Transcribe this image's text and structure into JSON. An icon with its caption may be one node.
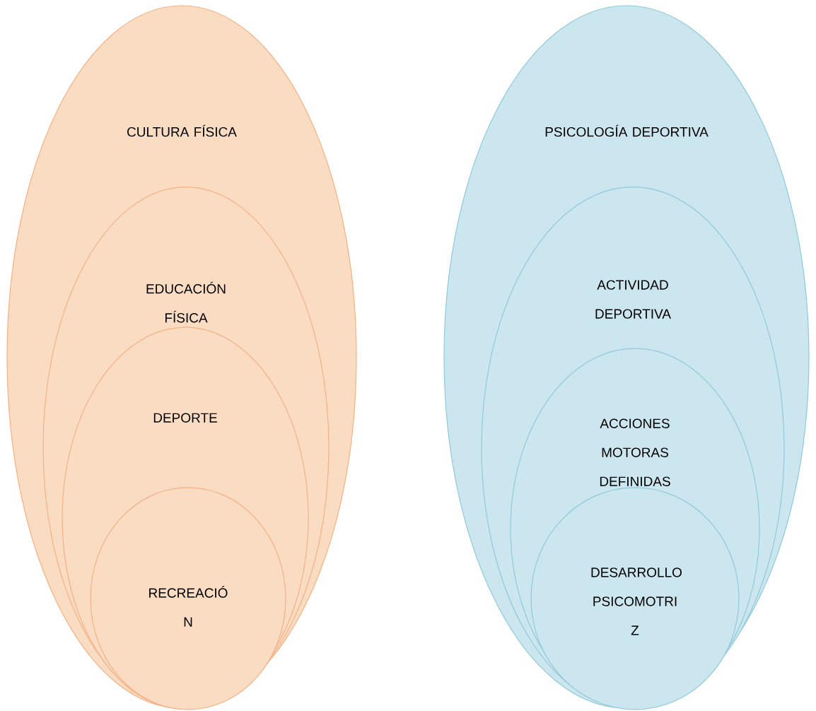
{
  "diagram": {
    "nodes": [
      {
        "text": [
          "CULTURA FÍSICA"
        ]
      },
      {
        "text": [
          "EDUCACIÓN FÍSICA"
        ],
        "in": 0
      },
      {
        "text": [
          "DEPORTE"
        ],
        "in": 1
      },
      {
        "text": [
          "RECREACIÓ N"
        ],
        "in": 2
      },
      {
        "text": [
          "PSICOLOGÍA DEPORTIVA"
        ]
      },
      {
        "text": [
          "ACTIVIDAD DEPORTIVA"
        ],
        "in": 4
      },
      {
        "text": [
          "ACCIONES MOTORAS DEFINIDAS"
        ],
        "in": 5
      },
      {
        "text": [
          "DESARROLLO PSICOMOTRI Z"
        ],
        "in": 6
      }
    ]
  }
}
